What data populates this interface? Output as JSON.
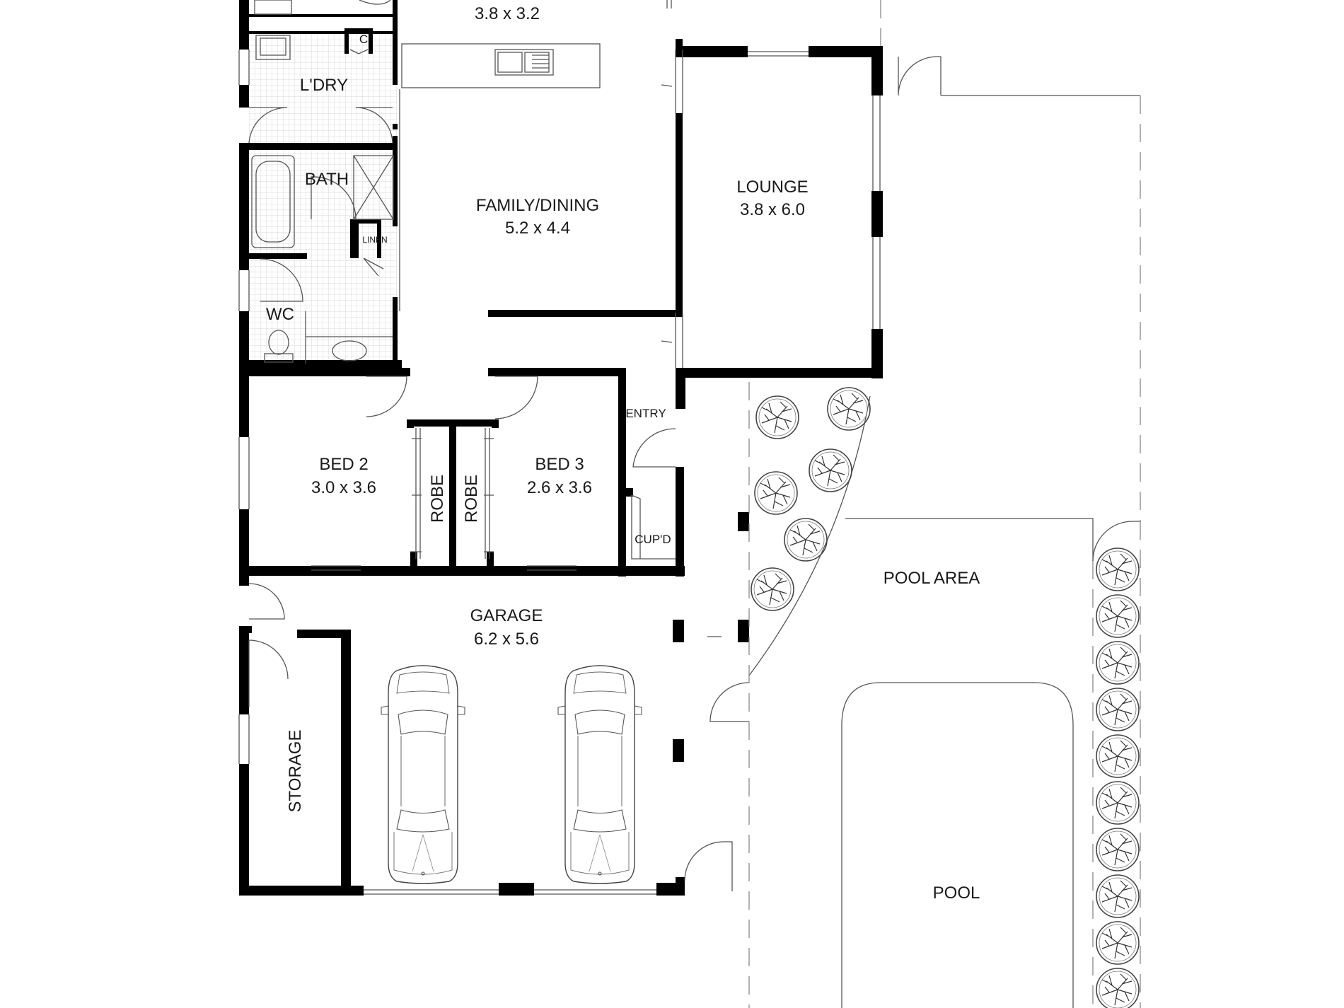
{
  "rooms": {
    "kitchen": {
      "dims": "3.8 x 3.2"
    },
    "cupboard": {
      "name": "C"
    },
    "laundry": {
      "name": "L'DRY"
    },
    "bath": {
      "name": "BATH"
    },
    "linen": {
      "name": "LINEN"
    },
    "wc": {
      "name": "WC"
    },
    "family": {
      "name": "FAMILY/DINING",
      "dims": "5.2 x 4.4"
    },
    "lounge": {
      "name": "LOUNGE",
      "dims": "3.8 x 6.0"
    },
    "entry": {
      "name": "ENTRY"
    },
    "cupd": {
      "name": "CUP'D"
    },
    "bed2": {
      "name": "BED 2",
      "dims": "3.0 x 3.6"
    },
    "bed3": {
      "name": "BED 3",
      "dims": "2.6 x 3.6"
    },
    "robe_left": {
      "name": "ROBE"
    },
    "robe_right": {
      "name": "ROBE"
    },
    "garage": {
      "name": "GARAGE",
      "dims": "6.2 x 5.6"
    },
    "storage": {
      "name": "STORAGE"
    },
    "pool_area": {
      "name": "POOL AREA"
    },
    "pool": {
      "name": "POOL"
    }
  },
  "colors": {
    "wall": "#000000",
    "line": "#555555",
    "tile": "#d8d8d8"
  }
}
